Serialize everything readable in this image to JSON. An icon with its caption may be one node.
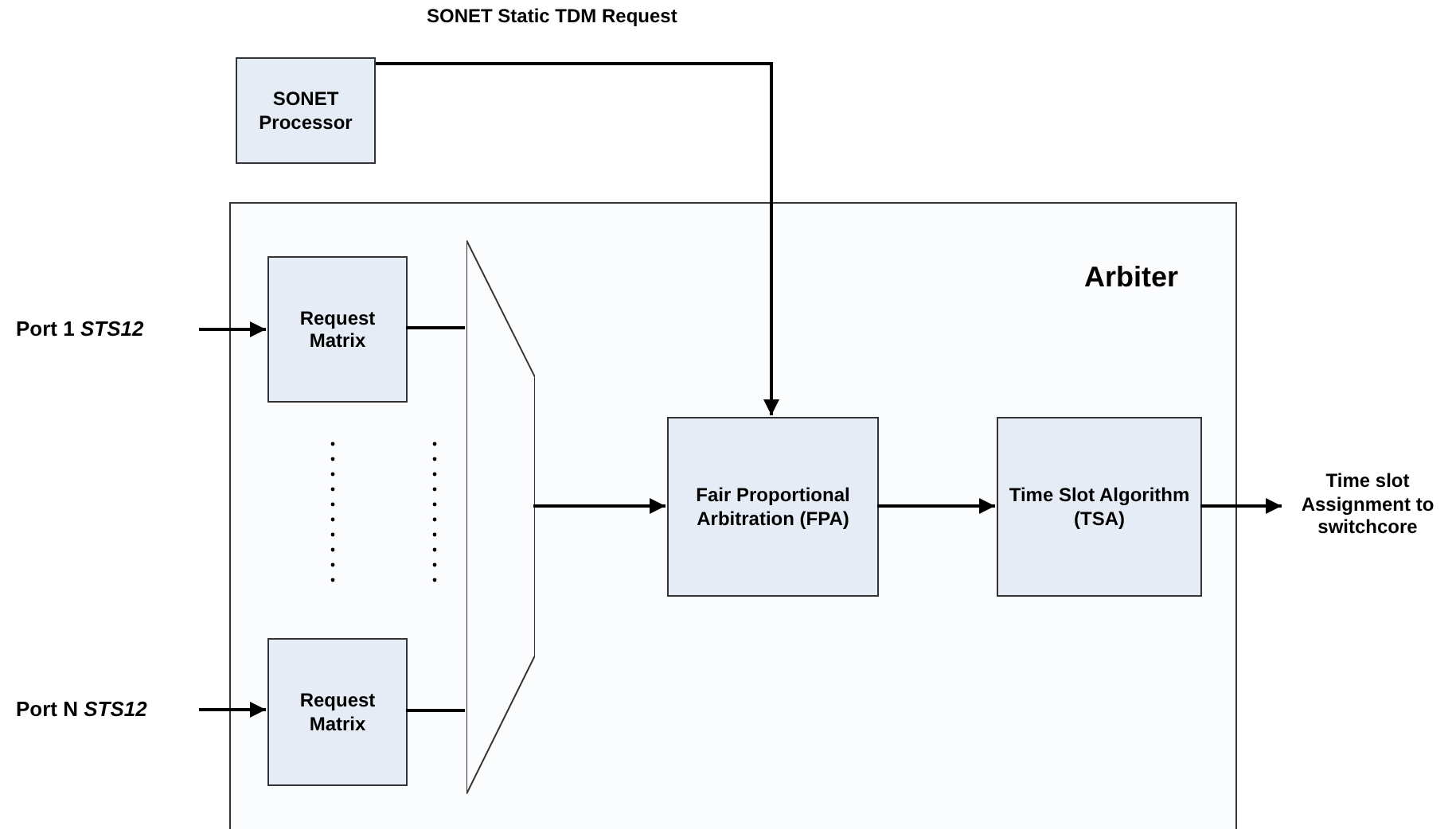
{
  "diagram": {
    "nodes": [
      {
        "text": [
          "SONET Processor"
        ]
      },
      {
        "text": [
          "Arbiter"
        ]
      },
      {
        "text": [
          "Request Matrix"
        ],
        "in": 1
      },
      {
        "text": [
          "Request Matrix"
        ],
        "in": 1
      },
      {
        "text": [],
        "shape": "trapezoid",
        "in": 1
      },
      {
        "text": [
          "Fair Proportional Arbitration (FPA)"
        ],
        "in": 1
      },
      {
        "text": [
          "Time Slot Algorithm (TSA)"
        ],
        "in": 1
      },
      {
        "text": [
          "Port 1 *STS12*"
        ]
      },
      {
        "text": [
          "Port N *STS12*"
        ]
      },
      {
        "text": [
          "Time slot Assignment to switchcore"
        ]
      }
    ],
    "edges": [
      {
        "from": 0,
        "to": 5,
        "arrow": "to",
        "label": "SONET Static TDM Request"
      },
      {
        "from": 7,
        "to": 2,
        "arrow": "to"
      },
      {
        "from": 8,
        "to": 3,
        "arrow": "to"
      },
      {
        "from": 2,
        "to": 4,
        "arrow": "none"
      },
      {
        "from": 3,
        "to": 4,
        "arrow": "none"
      },
      {
        "from": 4,
        "to": 5,
        "arrow": "to"
      },
      {
        "from": 5,
        "to": 6,
        "arrow": "to"
      },
      {
        "from": 6,
        "to": 9,
        "arrow": "to"
      }
    ]
  }
}
